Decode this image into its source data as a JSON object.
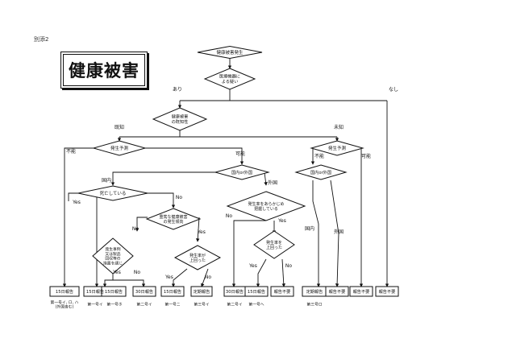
{
  "corner_label": "別添2",
  "title": "健康被害",
  "nodes": {
    "start": "健康被害発生",
    "device": [
      "医療機器に",
      "よる疑い"
    ],
    "known": [
      "健康被害",
      "の既知性"
    ],
    "predict_known": "発生予測",
    "predict_unknown": "発生予測",
    "domestic_overseas_mid": "国内or外国",
    "domestic_overseas_right": "国内or外国",
    "death": "死亡している",
    "serious_disease": [
      "重篤な健康被害",
      "の発生傾向"
    ],
    "rate_change": [
      "発生率をあらかじめ",
      "把握している"
    ],
    "measure_done": [
      "発生事例",
      "又は製品",
      "回収等の",
      "措置を講じ"
    ],
    "rate_up_mid": [
      "発生率が",
      "上回った"
    ],
    "rate_up_right": [
      "発生率を",
      "上回った"
    ]
  },
  "edge_labels": {
    "ari": "あり",
    "nashi": "なし",
    "kichi": "既知",
    "michi": "未知",
    "funou": "不能",
    "kanou": "可能",
    "kokunai": "国内",
    "gaikoku": "外国",
    "yes": "Yes",
    "no": "No"
  },
  "results": {
    "r1": "15日報告",
    "r2": "15日報告",
    "r3": "15日報告",
    "r4": "30日報告",
    "r5": "15日報告",
    "r6": "定期報告",
    "r7": "30日報告",
    "r8": "15日報告",
    "r9": "報告不要",
    "r10": "定期報告",
    "r11": "報告不要",
    "r12": "報告不要",
    "r13": "報告不要"
  },
  "captions": {
    "c1": [
      "第一号イ, ロ, ハ",
      "(外国含む)"
    ],
    "c2": [
      "第一号イ"
    ],
    "c3": [
      "第一号ホ"
    ],
    "c4": [
      "第二号イ"
    ],
    "c5": [
      "第一号ニ"
    ],
    "c6": [
      "第三号イ"
    ],
    "c7": [
      "第二号イ"
    ],
    "c8": [
      "第一号へ"
    ],
    "c10": [
      "第三号ロ"
    ]
  }
}
